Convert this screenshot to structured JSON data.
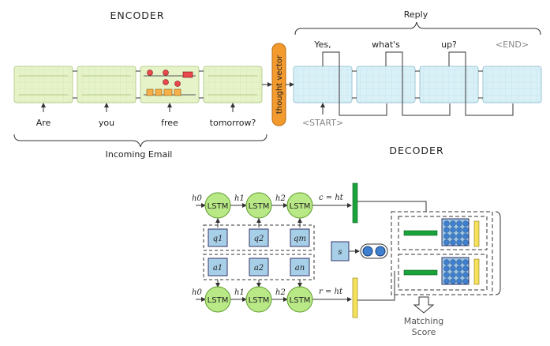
{
  "encoder": {
    "title": "ENCODER",
    "inputs": [
      "Are",
      "you",
      "free",
      "tomorrow?"
    ],
    "bracket_label": "Incoming Email"
  },
  "thought_vector": "thought vector",
  "decoder": {
    "title": "DECODER",
    "reply_label": "Reply",
    "outputs": [
      "Yes,",
      "what's",
      "up?",
      "<END>"
    ],
    "start_token": "<START>"
  },
  "matching": {
    "question_lstm": {
      "states": [
        "h0",
        "h1",
        "h2"
      ],
      "cell_label": "LSTM",
      "output": "c = ht"
    },
    "answer_lstm": {
      "states": [
        "h0",
        "h1",
        "h2"
      ],
      "cell_label": "LSTM",
      "output": "r = ht"
    },
    "q_cells": [
      "q1",
      "q2",
      "qm"
    ],
    "a_cells": [
      "a1",
      "a2",
      "an"
    ],
    "s_label": "s",
    "score_label_line1": "Matching",
    "score_label_line2": "Score"
  },
  "colors": {
    "encoder_cell": "#e6f3c9",
    "decoder_cell": "#d9f0f7",
    "thought_vector": "#f39a2e",
    "lstm_node": "#b8e986",
    "q_cell": "#a7cfe8",
    "green_bar": "#1aa33a",
    "yellow_bar": "#f5e25a",
    "dot": "#3f7fd0"
  }
}
